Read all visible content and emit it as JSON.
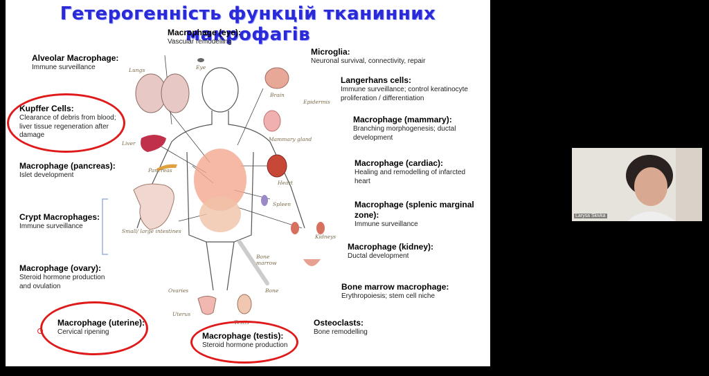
{
  "slide": {
    "title": "Гетерогенність функцій тканинних макрофагів",
    "labels": [
      {
        "head": "Macrophage (eye):",
        "desc": "Vascular remodelling"
      },
      {
        "head": "Alveolar Macrophage:",
        "desc": "Immune surveillance"
      },
      {
        "head": "Kupffer Cells:",
        "desc": "Clearance of debris from blood; liver tissue regeneration after damage"
      },
      {
        "head": "Macrophage (pancreas):",
        "desc": "Islet development"
      },
      {
        "head": "Crypt Macrophages:",
        "desc": "Immune surveillance"
      },
      {
        "head": "Macrophage (ovary):",
        "desc": "Steroid hormone production and ovulation"
      },
      {
        "head": "Macrophage (uterine):",
        "desc": "Cervical ripening"
      },
      {
        "head": "Macrophage (testis):",
        "desc": "Steroid hormone production"
      },
      {
        "head": "Microglia:",
        "desc": "Neuronal survival, connectivity, repair"
      },
      {
        "head": "Langerhans cells:",
        "desc": "Immune surveillance; control keratinocyte proliferation / differentiation"
      },
      {
        "head": "Macrophage (mammary):",
        "desc": "Branching morphogenesis; ductal development"
      },
      {
        "head": "Macrophage (cardiac):",
        "desc": "Healing and remodelling of infarcted heart"
      },
      {
        "head": "Macrophage (splenic marginal zone):",
        "desc": "Immune surveillance"
      },
      {
        "head": "Macrophage (kidney):",
        "desc": "Ductal development"
      },
      {
        "head": "Bone marrow macrophage:",
        "desc": "Erythropoiesis; stem cell niche"
      },
      {
        "head": "Osteoclasts:",
        "desc": "Bone remodelling"
      }
    ],
    "organs": {
      "lungs": "Lungs",
      "eye": "Eye",
      "brain": "Brain",
      "epidermis": "Epidermis",
      "mammary": "Mammary gland",
      "liver": "Liver",
      "pancreas": "Pancreas",
      "heart": "Heart",
      "spleen": "Spleen",
      "intestines": "Small/ large intestines",
      "kidneys": "Kidneys",
      "bone_marrow": "Bone marrow",
      "bone": "Bone",
      "ovaries": "Ovaries",
      "uterus": "Uterus",
      "testis": "Testis"
    },
    "colors": {
      "title": "#2a2ad8",
      "highlight": "#e01a1a"
    }
  },
  "video": {
    "participant_name": "Larysa Skivka"
  }
}
